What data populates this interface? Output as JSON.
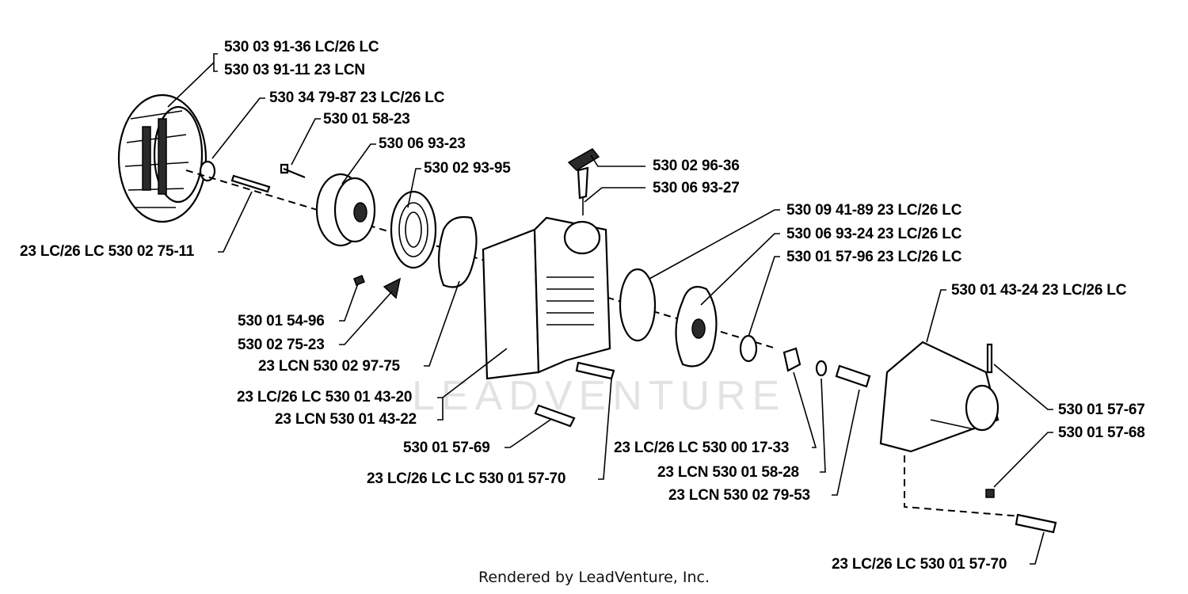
{
  "watermark": "LEADVENTURE",
  "footer": "Rendered by LeadVenture, Inc.",
  "callouts": {
    "flywheel_lc": "530 03 91-36 LC/26 LC",
    "flywheel_lcn": "530 03 91-11 23 LCN",
    "washer": "530 34 79-87 23 LC/26 LC",
    "screw_pulley": "530 01 58-23",
    "pulley": "530 06 93-23",
    "spring": "530 02 93-95",
    "starter_handle": "530 02 96-36",
    "starter_rope": "530 06 93-27",
    "pin": "23 LC/26 LC 530 02 75-11",
    "disc": "530 09 41-89 23 LC/26 LC",
    "pawl_carrier": "530 06 93-24 23 LC/26 LC",
    "washer_small": "530 01 57-96 23 LC/26 LC",
    "cover": "530 01 43-24 23 LC/26 LC",
    "screw_small": "530 01 54-96",
    "clip": "530 02 75-23",
    "gasket": "23 LCN 530 02 97-75",
    "housing_lc": "23 LC/26 LC 530 01 43-20",
    "housing_lcn": "23 LCN 530 01 43-22",
    "screw_cover_1": "530 01 57-67",
    "screw_cover_2": "530 01 57-68",
    "screw_housing": "530 01 57-69",
    "nut": "23 LC/26 LC 530 00 17-33",
    "bolt_housing": "23 LC/26 LC LC 530 01 57-70",
    "spacer": "23 LCN 530 01 58-28",
    "sleeve": "23 LCN 530 02 79-53",
    "bolt_cover": "23 LC/26 LC 530 01 57-70"
  }
}
